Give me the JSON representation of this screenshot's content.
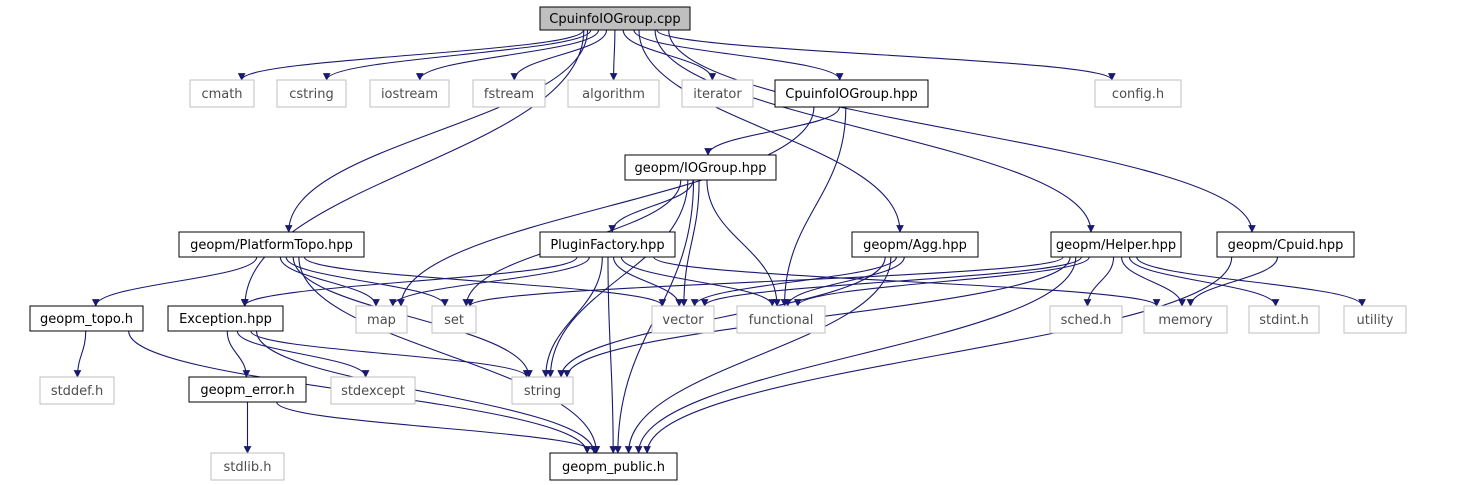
{
  "colors": {
    "edge": "#191970",
    "root_fill": "#bfbfbf",
    "root_stroke": "#000000",
    "project_stroke": "#000000",
    "external_stroke": "#bfbfbf",
    "external_text": "#4d4d4d",
    "background": "#ffffff"
  },
  "nodes": [
    {
      "id": "root",
      "label": "CpuinfoIOGroup.cpp",
      "kind": "root"
    },
    {
      "id": "cmath",
      "label": "cmath",
      "kind": "external"
    },
    {
      "id": "cstring",
      "label": "cstring",
      "kind": "external"
    },
    {
      "id": "iostream",
      "label": "iostream",
      "kind": "external"
    },
    {
      "id": "fstream",
      "label": "fstream",
      "kind": "external"
    },
    {
      "id": "algorithm",
      "label": "algorithm",
      "kind": "external"
    },
    {
      "id": "iterator",
      "label": "iterator",
      "kind": "external"
    },
    {
      "id": "cpuinfohpp",
      "label": "CpuinfoIOGroup.hpp",
      "kind": "project"
    },
    {
      "id": "configh",
      "label": "config.h",
      "kind": "external"
    },
    {
      "id": "iogroup",
      "label": "geopm/IOGroup.hpp",
      "kind": "project"
    },
    {
      "id": "platformtopo",
      "label": "geopm/PlatformTopo.hpp",
      "kind": "project"
    },
    {
      "id": "pluginfactory",
      "label": "PluginFactory.hpp",
      "kind": "project"
    },
    {
      "id": "agg",
      "label": "geopm/Agg.hpp",
      "kind": "project"
    },
    {
      "id": "helper",
      "label": "geopm/Helper.hpp",
      "kind": "project"
    },
    {
      "id": "cpuid",
      "label": "geopm/Cpuid.hpp",
      "kind": "project"
    },
    {
      "id": "geopmtopo",
      "label": "geopm_topo.h",
      "kind": "project"
    },
    {
      "id": "exception",
      "label": "Exception.hpp",
      "kind": "project"
    },
    {
      "id": "map",
      "label": "map",
      "kind": "external"
    },
    {
      "id": "set",
      "label": "set",
      "kind": "external"
    },
    {
      "id": "vector",
      "label": "vector",
      "kind": "external"
    },
    {
      "id": "functional",
      "label": "functional",
      "kind": "external"
    },
    {
      "id": "schedh",
      "label": "sched.h",
      "kind": "external"
    },
    {
      "id": "memory",
      "label": "memory",
      "kind": "external"
    },
    {
      "id": "stdinth",
      "label": "stdint.h",
      "kind": "external"
    },
    {
      "id": "utility",
      "label": "utility",
      "kind": "external"
    },
    {
      "id": "stddefh",
      "label": "stddef.h",
      "kind": "external"
    },
    {
      "id": "geopmerror",
      "label": "geopm_error.h",
      "kind": "project"
    },
    {
      "id": "stdexcept",
      "label": "stdexcept",
      "kind": "external"
    },
    {
      "id": "string",
      "label": "string",
      "kind": "external"
    },
    {
      "id": "stdlibh",
      "label": "stdlib.h",
      "kind": "external"
    },
    {
      "id": "geopmpublic",
      "label": "geopm_public.h",
      "kind": "project"
    }
  ],
  "edges": [
    [
      "root",
      "cmath"
    ],
    [
      "root",
      "cstring"
    ],
    [
      "root",
      "iostream"
    ],
    [
      "root",
      "fstream"
    ],
    [
      "root",
      "algorithm"
    ],
    [
      "root",
      "iterator"
    ],
    [
      "root",
      "cpuinfohpp"
    ],
    [
      "root",
      "configh"
    ],
    [
      "root",
      "platformtopo"
    ],
    [
      "root",
      "exception"
    ],
    [
      "root",
      "agg"
    ],
    [
      "root",
      "helper"
    ],
    [
      "root",
      "cpuid"
    ],
    [
      "cpuinfohpp",
      "iogroup"
    ],
    [
      "cpuinfohpp",
      "map"
    ],
    [
      "cpuinfohpp",
      "functional"
    ],
    [
      "iogroup",
      "pluginfactory"
    ],
    [
      "iogroup",
      "set"
    ],
    [
      "iogroup",
      "string"
    ],
    [
      "iogroup",
      "vector"
    ],
    [
      "iogroup",
      "functional"
    ],
    [
      "iogroup",
      "geopmpublic"
    ],
    [
      "platformtopo",
      "geopmtopo"
    ],
    [
      "platformtopo",
      "map"
    ],
    [
      "platformtopo",
      "set"
    ],
    [
      "platformtopo",
      "vector"
    ],
    [
      "platformtopo",
      "string"
    ],
    [
      "platformtopo",
      "geopmpublic"
    ],
    [
      "pluginfactory",
      "exception"
    ],
    [
      "pluginfactory",
      "map"
    ],
    [
      "pluginfactory",
      "vector"
    ],
    [
      "pluginfactory",
      "functional"
    ],
    [
      "pluginfactory",
      "memory"
    ],
    [
      "pluginfactory",
      "string"
    ],
    [
      "pluginfactory",
      "geopmpublic"
    ],
    [
      "agg",
      "vector"
    ],
    [
      "agg",
      "functional"
    ],
    [
      "agg",
      "string"
    ],
    [
      "agg",
      "geopmpublic"
    ],
    [
      "helper",
      "set"
    ],
    [
      "helper",
      "vector"
    ],
    [
      "helper",
      "functional"
    ],
    [
      "helper",
      "schedh"
    ],
    [
      "helper",
      "memory"
    ],
    [
      "helper",
      "stdinth"
    ],
    [
      "helper",
      "utility"
    ],
    [
      "helper",
      "string"
    ],
    [
      "helper",
      "geopmpublic"
    ],
    [
      "cpuid",
      "memory"
    ],
    [
      "cpuid",
      "geopmpublic"
    ],
    [
      "geopmtopo",
      "stddefh"
    ],
    [
      "geopmtopo",
      "geopmpublic"
    ],
    [
      "exception",
      "geopmerror"
    ],
    [
      "exception",
      "stdexcept"
    ],
    [
      "exception",
      "string"
    ],
    [
      "exception",
      "geopmpublic"
    ],
    [
      "geopmerror",
      "stdlibh"
    ],
    [
      "geopmerror",
      "geopmpublic"
    ]
  ]
}
